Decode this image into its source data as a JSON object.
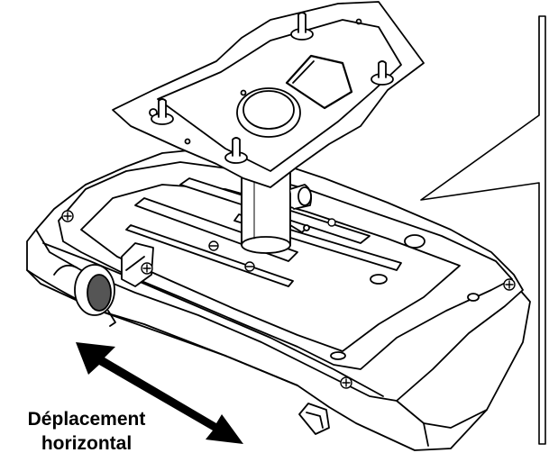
{
  "diagram": {
    "caption": {
      "line1": "Déplacement",
      "line2": "horizontal"
    },
    "callout_box_content": "",
    "colors": {
      "ink": "#000000",
      "paper": "#ffffff",
      "shade": "#555555"
    },
    "icons": [
      "double-arrow-icon",
      "screw-icon",
      "mounting-bracket",
      "projector-body",
      "callout-box"
    ]
  }
}
